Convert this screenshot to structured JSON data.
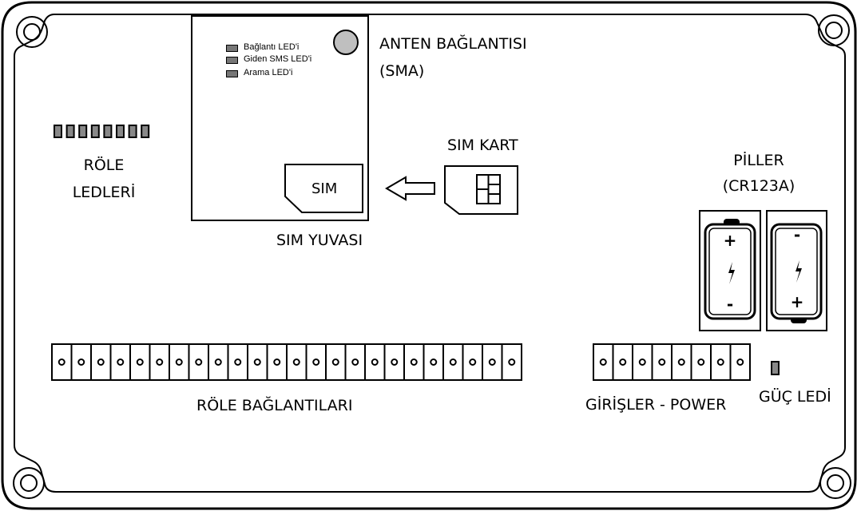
{
  "module": {
    "leds": [
      {
        "label": "Bağlantı LED'i"
      },
      {
        "label": "Giden SMS LED'i"
      },
      {
        "label": "Arama LED'i"
      }
    ],
    "sim_slot_label": "SIM"
  },
  "labels": {
    "antenna_line1": "ANTEN BAĞLANTISI",
    "antenna_line2": "(SMA)",
    "relay_leds_line1": "RÖLE",
    "relay_leds_line2": "LEDLERİ",
    "sim_card": "SIM KART",
    "sim_slot": "SIM YUVASI",
    "batteries_line1": "PİLLER",
    "batteries_line2": "(CR123A)",
    "relay_connections": "RÖLE BAĞLANTILARI",
    "inputs_power": "GİRİŞLER - POWER",
    "power_led": "GÜÇ LEDİ"
  },
  "battery": {
    "plus": "+",
    "minus": "-"
  },
  "counts": {
    "relay_leds": 8,
    "relay_terminals": 24,
    "input_terminals": 8
  }
}
